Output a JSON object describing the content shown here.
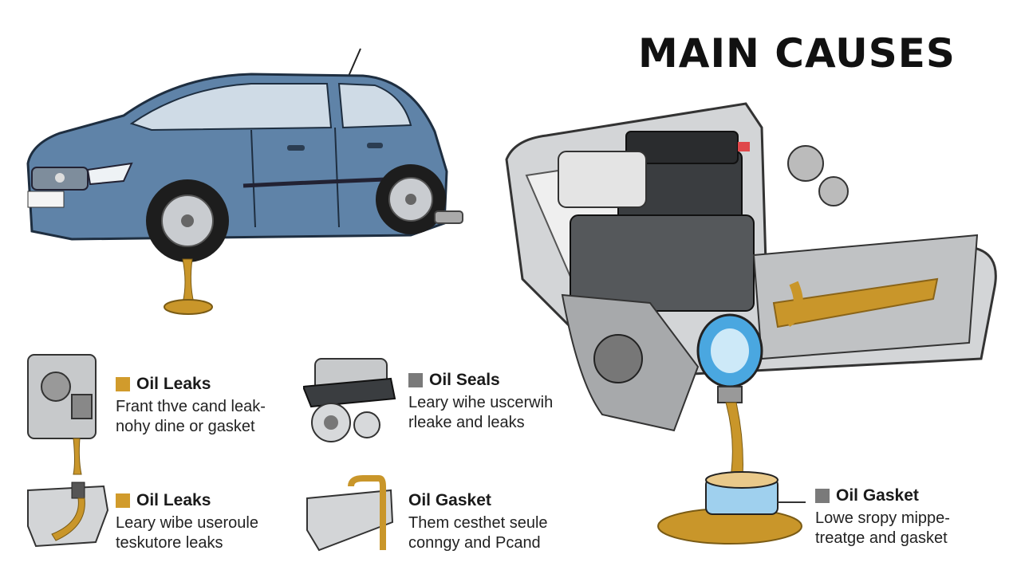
{
  "title": "MAIN CAUSES",
  "colors": {
    "oil": "#c9962a",
    "car_body": "#5f83a8",
    "engine_metal": "#b7b9bb",
    "seal_blue": "#4aa7e0"
  },
  "causes": [
    {
      "label": "Oil Leaks",
      "swatch": "#d19b2c",
      "lines": [
        "Frant thve cand leak-",
        "nohy dine or gasket"
      ]
    },
    {
      "label": "Oil Seals",
      "swatch": "#7a7a7a",
      "lines": [
        "Leary wihe uscerwih",
        "rleake and leaks"
      ]
    },
    {
      "label": "Oil Leaks",
      "swatch": "#d19b2c",
      "lines": [
        "Leary wibe useroule",
        "teskutore leaks"
      ]
    },
    {
      "label": "Oil Gasket",
      "swatch": "#d19b2c",
      "lines": [
        "Them cesthet seule",
        "conngy and Pcand"
      ]
    },
    {
      "label": "Oil Gasket",
      "swatch": "#7a7a7a",
      "lines": [
        "Lowe sropy mippe-",
        "treatge and gasket"
      ]
    }
  ]
}
